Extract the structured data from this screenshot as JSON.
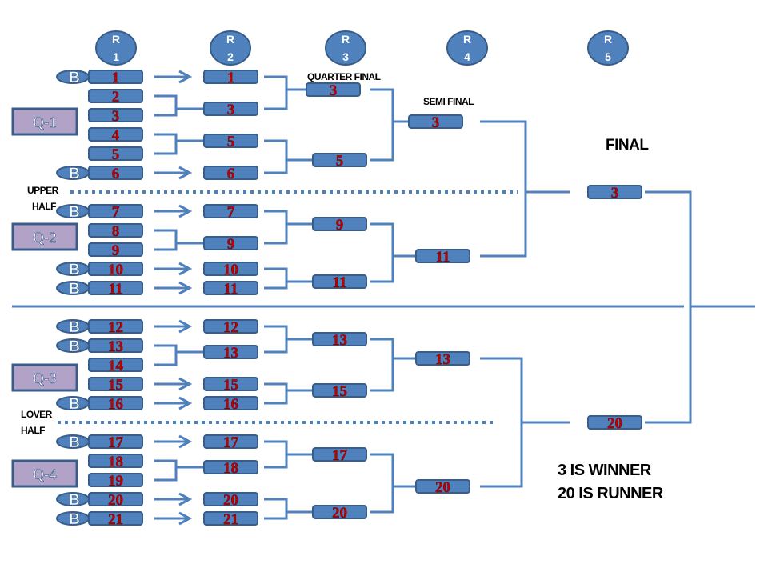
{
  "title": "Tournament knockout bracket",
  "round_headers": [
    {
      "letter": "R",
      "number": "1"
    },
    {
      "letter": "R",
      "number": "2"
    },
    {
      "letter": "R",
      "number": "3"
    },
    {
      "letter": "R",
      "number": "4"
    },
    {
      "letter": "R",
      "number": "5"
    }
  ],
  "labels": {
    "quarter_final": "QUARTER FINAL",
    "semi_final": "SEMI FINAL",
    "final": "FINAL",
    "upper_half_line1": "UPPER",
    "upper_half_line2": "HALF",
    "lower_half_line1": "LOVER",
    "lower_half_line2": "HALF",
    "winner": "3 IS WINNER",
    "runner": "20 IS RUNNER"
  },
  "bye_label": "B",
  "quarters": [
    "Q-1",
    "Q-2",
    "Q-3",
    "Q-4"
  ],
  "round1": [
    {
      "team": "1",
      "bye": true
    },
    {
      "team": "2",
      "bye": false
    },
    {
      "team": "3",
      "bye": false
    },
    {
      "team": "4",
      "bye": false
    },
    {
      "team": "5",
      "bye": false
    },
    {
      "team": "6",
      "bye": true
    },
    {
      "team": "7",
      "bye": true
    },
    {
      "team": "8",
      "bye": false
    },
    {
      "team": "9",
      "bye": false
    },
    {
      "team": "10",
      "bye": true
    },
    {
      "team": "11",
      "bye": true
    },
    {
      "team": "12",
      "bye": true
    },
    {
      "team": "13",
      "bye": true
    },
    {
      "team": "14",
      "bye": false
    },
    {
      "team": "15",
      "bye": false
    },
    {
      "team": "16",
      "bye": true
    },
    {
      "team": "17",
      "bye": true
    },
    {
      "team": "18",
      "bye": false
    },
    {
      "team": "19",
      "bye": false
    },
    {
      "team": "20",
      "bye": true
    },
    {
      "team": "21",
      "bye": true
    }
  ],
  "round2": [
    "1",
    "3",
    "5",
    "6",
    "7",
    "9",
    "10",
    "11",
    "12",
    "13",
    "15",
    "16",
    "17",
    "18",
    "20",
    "21"
  ],
  "quarter_final": [
    "3",
    "5",
    "9",
    "11",
    "13",
    "15",
    "17",
    "20"
  ],
  "semi_final": [
    "3",
    "11",
    "13",
    "20"
  ],
  "final": [
    "3",
    "20"
  ],
  "result": {
    "winner": "3",
    "runner": "20"
  }
}
